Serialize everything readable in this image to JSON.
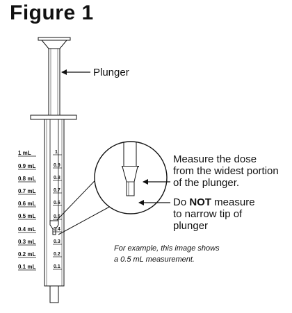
{
  "figure_title": "Figure 1",
  "plunger_label": "Plunger",
  "scale_labels": [
    "1 mL",
    "0.9 mL",
    "0.8 mL",
    "0.7 mL",
    "0.6 mL",
    "0.5 mL",
    "0.4 mL",
    "0.3 mL",
    "0.2 mL",
    "0.1 mL"
  ],
  "barrel_ticks": [
    "1",
    "0.9",
    "0.8",
    "0.7",
    "0.6",
    "0.5",
    "0.4",
    "0.3",
    "0.2",
    "0.1"
  ],
  "measure_instruction": [
    "Measure the dose",
    "from the widest portion",
    "of the plunger."
  ],
  "do_not_prefix": "Do ",
  "do_not_emphasis": "NOT",
  "do_not_suffix": " measure",
  "do_not_lines": [
    "to narrow tip of",
    "plunger"
  ],
  "example_note": [
    "For example, this image shows",
    "a 0.5 mL measurement."
  ]
}
